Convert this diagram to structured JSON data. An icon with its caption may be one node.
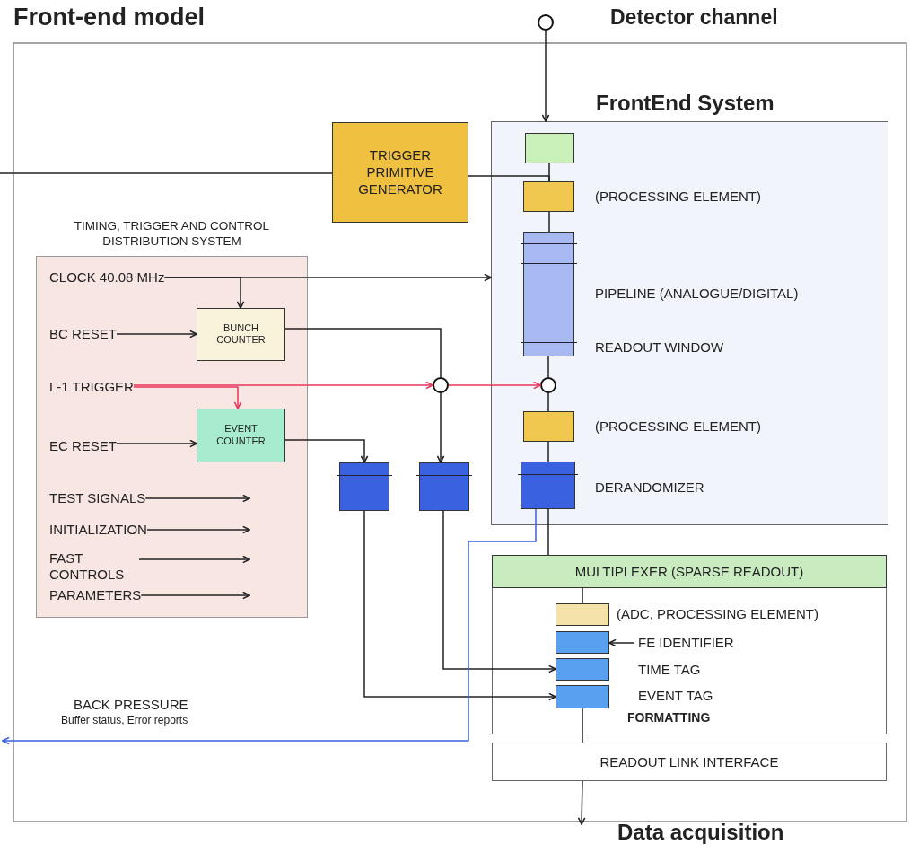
{
  "diagram": {
    "title": "Front-end model",
    "nodes": [
      {
        "text": [],
        "shape": "circle",
        "beside": [
          "Detector channel"
        ]
      },
      {
        "text": [
          "FrontEnd System"
        ]
      },
      {
        "text": [],
        "shape": "box",
        "in": 1
      },
      {
        "text": [],
        "shape": "box",
        "in": 1,
        "beside": [
          "(PROCESSING ELEMENT)"
        ]
      },
      {
        "text": [],
        "shape": "box",
        "in": 1,
        "beside": [
          "PIPELINE (ANALOGUE/DIGITAL)",
          "READOUT WINDOW"
        ]
      },
      {
        "text": [],
        "shape": "circle",
        "in": 1
      },
      {
        "text": [],
        "shape": "box",
        "in": 1,
        "beside": [
          "(PROCESSING ELEMENT)"
        ]
      },
      {
        "text": [],
        "shape": "box",
        "in": 1,
        "beside": [
          "DERANDOMIZER"
        ]
      },
      {
        "text": [
          "TRIGGER PRIMITIVE GENERATOR"
        ]
      },
      {
        "text": [
          "TIMING, TRIGGER AND CONTROL DISTRIBUTION SYSTEM"
        ]
      },
      {
        "text": [
          "CLOCK 40.08 MHz"
        ],
        "in": 9
      },
      {
        "text": [
          "BC RESET"
        ],
        "in": 9
      },
      {
        "text": [
          "BUNCH COUNTER"
        ],
        "in": 9
      },
      {
        "text": [
          "L-1 TRIGGER"
        ],
        "in": 9
      },
      {
        "text": [
          "EVENT COUNTER"
        ],
        "in": 9
      },
      {
        "text": [
          "EC RESET"
        ],
        "in": 9
      },
      {
        "text": [
          "TEST SIGNALS"
        ],
        "in": 9
      },
      {
        "text": [
          "INITIALIZATION"
        ],
        "in": 9
      },
      {
        "text": [
          "FAST CONTROLS"
        ],
        "in": 9
      },
      {
        "text": [
          "PARAMETERS"
        ],
        "in": 9
      },
      {
        "text": [],
        "shape": "circle"
      },
      {
        "text": [],
        "shape": "box"
      },
      {
        "text": [],
        "shape": "box"
      },
      {
        "text": [
          "FORMATTING"
        ]
      },
      {
        "text": [
          "MULTIPLEXER (SPARSE READOUT)"
        ],
        "in": 23
      },
      {
        "text": [],
        "shape": "box",
        "in": 23,
        "beside": [
          "(ADC, PROCESSING ELEMENT)"
        ]
      },
      {
        "text": [],
        "shape": "box",
        "in": 23,
        "beside": [
          "FE IDENTIFIER"
        ]
      },
      {
        "text": [],
        "shape": "box",
        "in": 23,
        "beside": [
          "TIME TAG"
        ]
      },
      {
        "text": [],
        "shape": "box",
        "in": 23,
        "beside": [
          "EVENT TAG"
        ]
      },
      {
        "text": [
          "READOUT LINK INTERFACE"
        ]
      },
      {
        "text": [
          "Data acquisition"
        ]
      }
    ],
    "edges": [
      {
        "from": 0,
        "to": 1,
        "arrow": "to"
      },
      {
        "from": 2,
        "to": 3,
        "arrow": "none"
      },
      {
        "from": 8,
        "to": 3,
        "arrow": "none"
      },
      {
        "from": null,
        "to": 8,
        "arrow": "none"
      },
      {
        "from": 3,
        "to": 4,
        "arrow": "none"
      },
      {
        "from": 4,
        "to": 5,
        "arrow": "none"
      },
      {
        "from": 5,
        "to": 6,
        "arrow": "none"
      },
      {
        "from": 6,
        "to": 7,
        "arrow": "none"
      },
      {
        "from": 7,
        "to": 24,
        "arrow": "none"
      },
      {
        "from": 24,
        "to": 25,
        "arrow": "none"
      },
      {
        "from": 28,
        "to": 29,
        "arrow": "none"
      },
      {
        "from": 29,
        "to": 30,
        "arrow": "to"
      },
      {
        "from": 10,
        "to": 1,
        "arrow": "to"
      },
      {
        "from": 10,
        "to": 12,
        "arrow": "to"
      },
      {
        "from": 11,
        "to": 12,
        "arrow": "to"
      },
      {
        "from": 13,
        "to": 14,
        "arrow": "to",
        "color": "#e8365a"
      },
      {
        "from": 13,
        "to": 20,
        "arrow": "to",
        "color": "#e8365a"
      },
      {
        "from": 20,
        "to": 5,
        "arrow": "to",
        "color": "#e8365a"
      },
      {
        "from": 12,
        "to": 20,
        "arrow": "none"
      },
      {
        "from": 20,
        "to": 22,
        "arrow": "to"
      },
      {
        "from": 14,
        "to": 21,
        "arrow": "to"
      },
      {
        "from": 15,
        "to": 14,
        "arrow": "to"
      },
      {
        "from": 16,
        "to": null,
        "arrow": "to"
      },
      {
        "from": 17,
        "to": null,
        "arrow": "to"
      },
      {
        "from": 18,
        "to": null,
        "arrow": "to"
      },
      {
        "from": 19,
        "to": null,
        "arrow": "to"
      },
      {
        "from": 21,
        "to": 28,
        "arrow": "to"
      },
      {
        "from": 22,
        "to": 27,
        "arrow": "to"
      },
      {
        "from": null,
        "to": 26,
        "arrow": "to"
      },
      {
        "from": 7,
        "to": null,
        "arrow": "to",
        "color": "#3a5fe0"
      }
    ],
    "labels": [
      "BACK PRESSURE",
      "Buffer status, Error reports"
    ]
  }
}
